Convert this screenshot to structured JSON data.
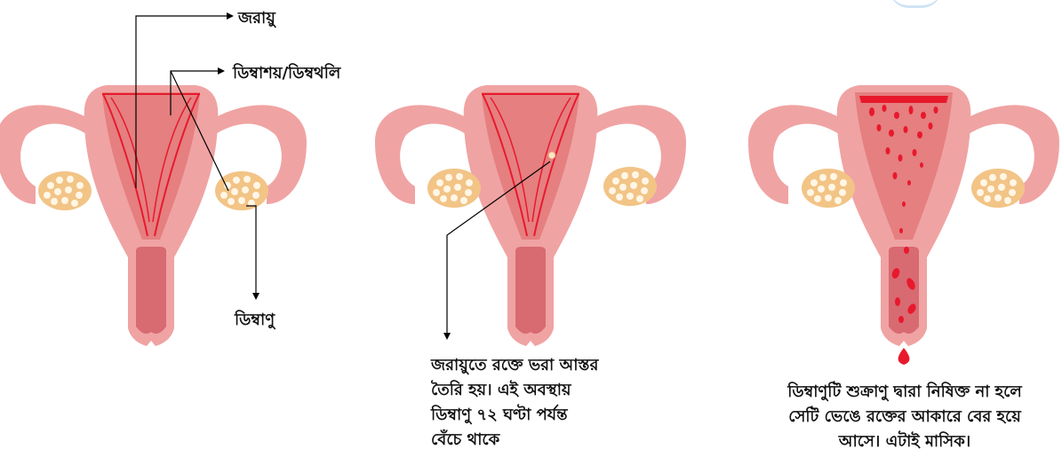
{
  "labels": {
    "uterus": "জরায়ু",
    "ovary": "ডিম্বাশয়/ডিম্বথলি",
    "ovum": "ডিম্বাণু"
  },
  "captions": {
    "lining": [
      "জরায়ুতে রক্তে ভরা আস্তর",
      "তৈরি হয়। এই অবস্থায়",
      "ডিম্বাণু ৭২ ঘণ্টা পর্যন্ত",
      "বেঁচে থাকে"
    ],
    "menstruation": [
      "ডিম্বাণুটি শুক্রাণু দ্বারা নিষিক্ত না হলে",
      "সেটি ভেঙে রক্তের  আকারে বের হয়ে",
      "আসে। এটাই মাসিক।"
    ]
  },
  "colors": {
    "uterus_outer": "#f0a3a3",
    "uterus_inner": "#e57f80",
    "canal": "#d86a72",
    "ovary_fill": "#f2c486",
    "ovary_dots": "#fff6e6",
    "blood": "#e8192c",
    "pointer": "#000000"
  }
}
